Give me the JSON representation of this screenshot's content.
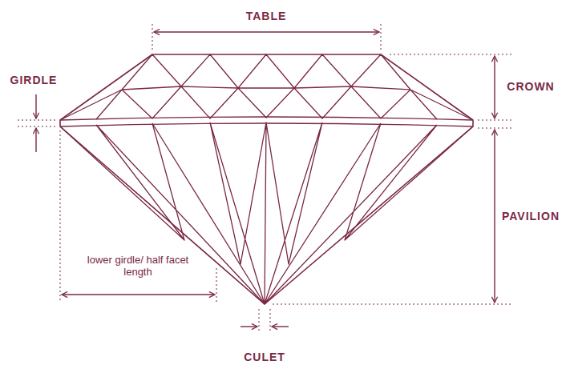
{
  "diagram": {
    "labels": [
      "TABLE",
      "GIRDLE",
      "CROWN",
      "PAVILION",
      "lower girdle/ half facet length",
      "CULET"
    ]
  }
}
